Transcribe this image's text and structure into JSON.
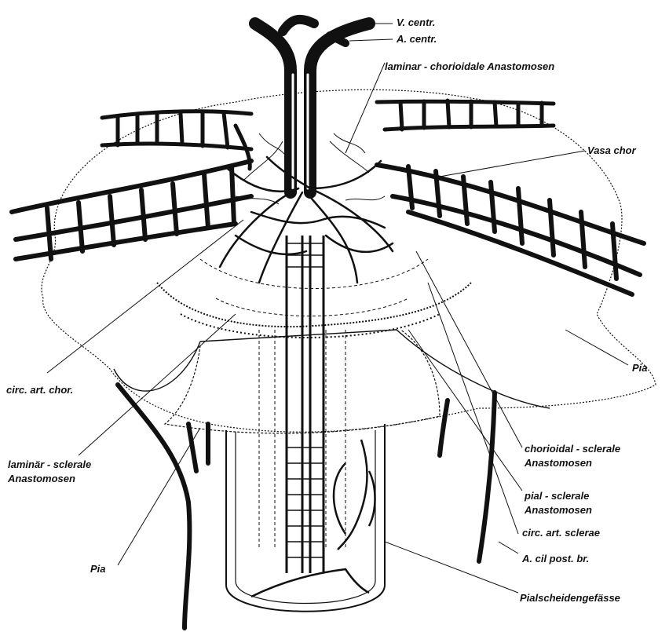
{
  "labels": {
    "v_centr": "V. centr.",
    "a_centr": "A. centr.",
    "laminar_chorioidale": "laminar - chorioidale Anastomosen",
    "vasa_chor": "Vasa chor",
    "pia_right": "Pia",
    "circ_art_chor": "circ. art. chor.",
    "laminar_sclerale_1": "laminär - sclerale",
    "laminar_sclerale_2": "Anastomosen",
    "chorioidal_sclerale_1": "chorioidal - sclerale",
    "chorioidal_sclerale_2": "Anastomosen",
    "pial_sclerale_1": "pial - sclerale",
    "pial_sclerale_2": "Anastomosen",
    "circ_art_sclerae": "circ. art. sclerae",
    "a_cil_post_br": "A. cil post. br.",
    "pia_left": "Pia",
    "pialscheiden": "Pialscheidengefässe"
  },
  "colors": {
    "ink": "#111111",
    "paper": "#ffffff"
  }
}
